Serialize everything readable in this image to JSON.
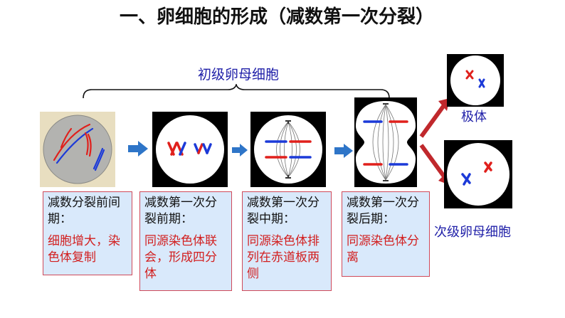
{
  "title": "一、卵细胞的形成（减数第一次分裂）",
  "bracket_label": "初级卵母细胞",
  "stages": [
    {
      "title": "减数分裂前间期：",
      "desc": "细胞增大，染色体复制"
    },
    {
      "title": "减数第一次分裂前期：",
      "desc": "同源染色体联会，形成四分体"
    },
    {
      "title": "减数第一次分裂中期：",
      "desc": "同源染色体排列在赤道板两侧"
    },
    {
      "title": "减数第一次分裂后期：",
      "desc": "同源染色体分离"
    }
  ],
  "results": {
    "polar_body": "极体",
    "secondary_oocyte": "次级卵母细胞"
  },
  "colors": {
    "arrow_blue": "#2e75c8",
    "arrow_red": "#c0282c",
    "chromosome_red": "#e0201c",
    "chromosome_blue": "#1c3ad8",
    "box_fill": "#d9e9fb",
    "box_border": "#d04a5a"
  }
}
